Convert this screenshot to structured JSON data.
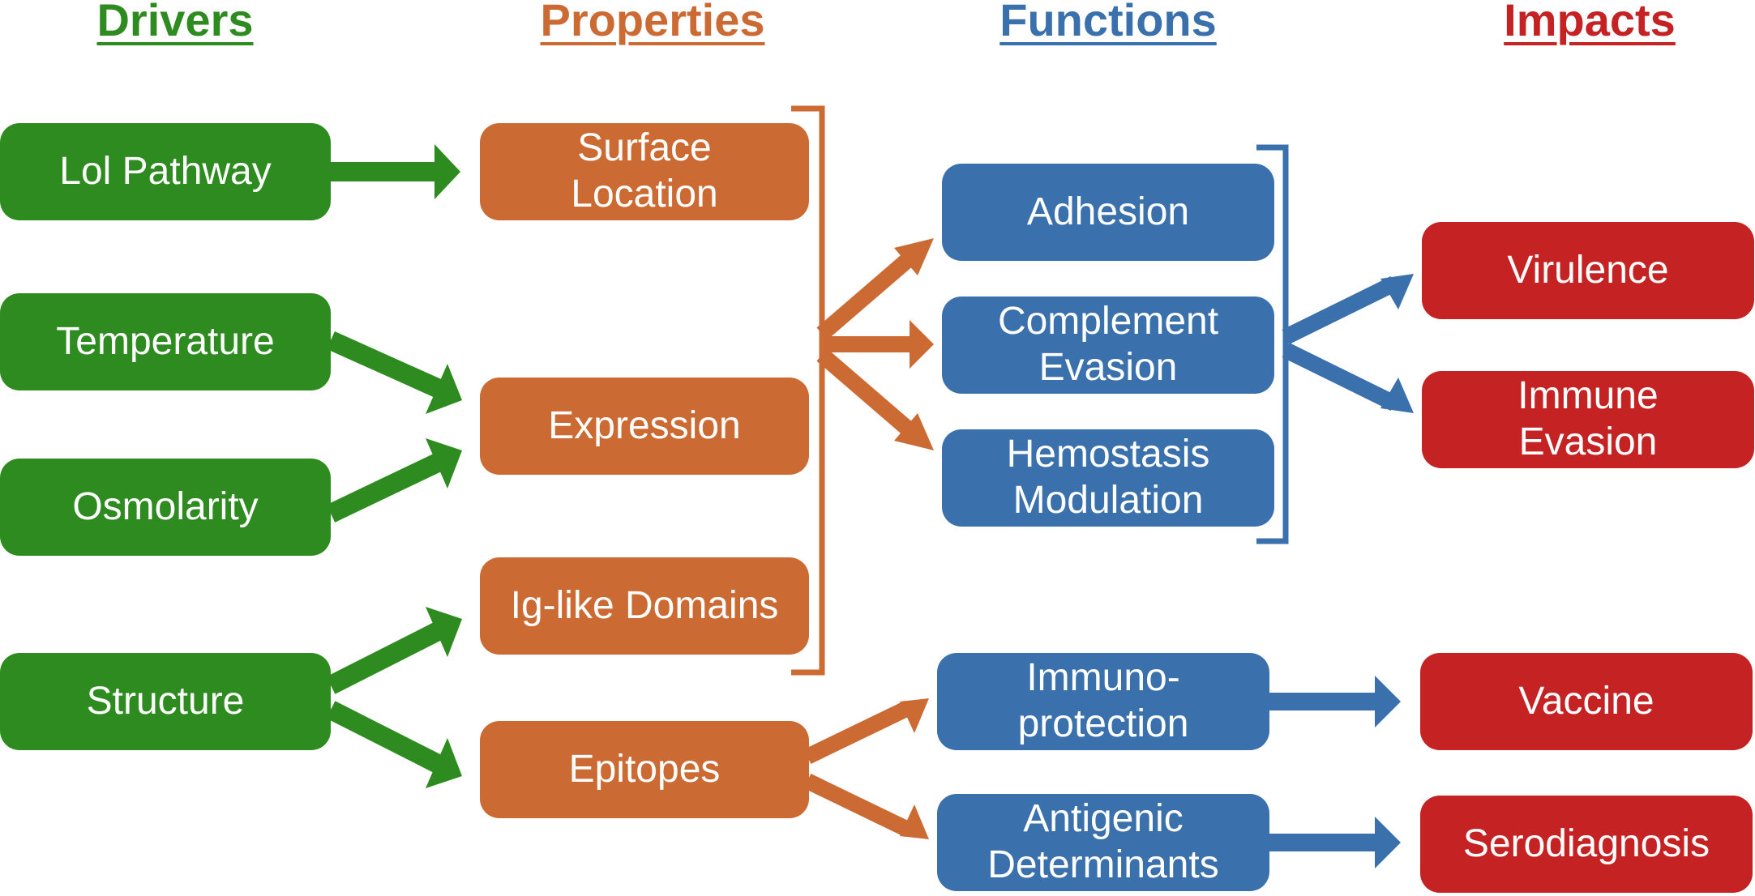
{
  "headers": {
    "drivers": "Drivers",
    "properties": "Properties",
    "functions": "Functions",
    "impacts": "Impacts"
  },
  "colors": {
    "drivers": "#2e8b1f",
    "properties": "#cc6a33",
    "functions": "#3a70ac",
    "impacts": "#c52224"
  },
  "drivers": [
    {
      "lines": [
        "Lol Pathway"
      ]
    },
    {
      "lines": [
        "Temperature"
      ]
    },
    {
      "lines": [
        "Osmolarity"
      ]
    },
    {
      "lines": [
        "Structure"
      ]
    }
  ],
  "properties": [
    {
      "lines": [
        "Surface",
        "Location"
      ]
    },
    {
      "lines": [
        "Expression"
      ]
    },
    {
      "lines": [
        "Ig-like Domains"
      ]
    },
    {
      "lines": [
        "Epitopes"
      ]
    }
  ],
  "functions": [
    {
      "lines": [
        "Adhesion"
      ]
    },
    {
      "lines": [
        "Complement",
        "Evasion"
      ]
    },
    {
      "lines": [
        "Hemostasis",
        "Modulation"
      ]
    },
    {
      "lines": [
        "Immuno-",
        "protection"
      ]
    },
    {
      "lines": [
        "Antigenic",
        "Determinants"
      ]
    }
  ],
  "impacts": [
    {
      "lines": [
        "Virulence"
      ]
    },
    {
      "lines": [
        "Immune",
        "Evasion"
      ]
    },
    {
      "lines": [
        "Vaccine"
      ]
    },
    {
      "lines": [
        "Serodiagnosis"
      ]
    }
  ]
}
